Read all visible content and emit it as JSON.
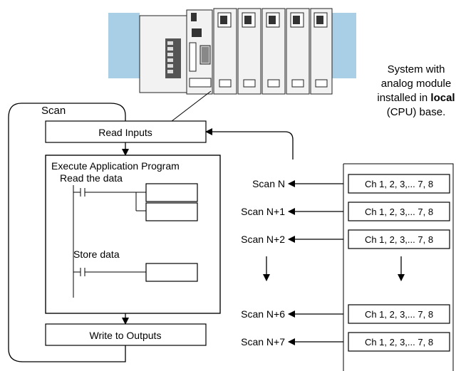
{
  "scan_label": "Scan",
  "system_note": {
    "line1": "System with",
    "line2": "analog module",
    "line3_prefix": "installed in ",
    "line3_bold": "local",
    "line4": "(CPU) base."
  },
  "cycle": {
    "read_inputs": "Read Inputs",
    "execute_title": "Execute Application Program",
    "read_data": "Read the data",
    "store_data": "Store data",
    "write_outputs": "Write to Outputs"
  },
  "scans": [
    "Scan N",
    "Scan N+1",
    "Scan N+2",
    "Scan N+6",
    "Scan N+7"
  ],
  "channel_label": "Ch 1, 2, 3,... 7, 8",
  "colors": {
    "rack_shadow": "#a9cfe6",
    "module_fill": "#f2f2f2",
    "module_dark": "#333333"
  }
}
